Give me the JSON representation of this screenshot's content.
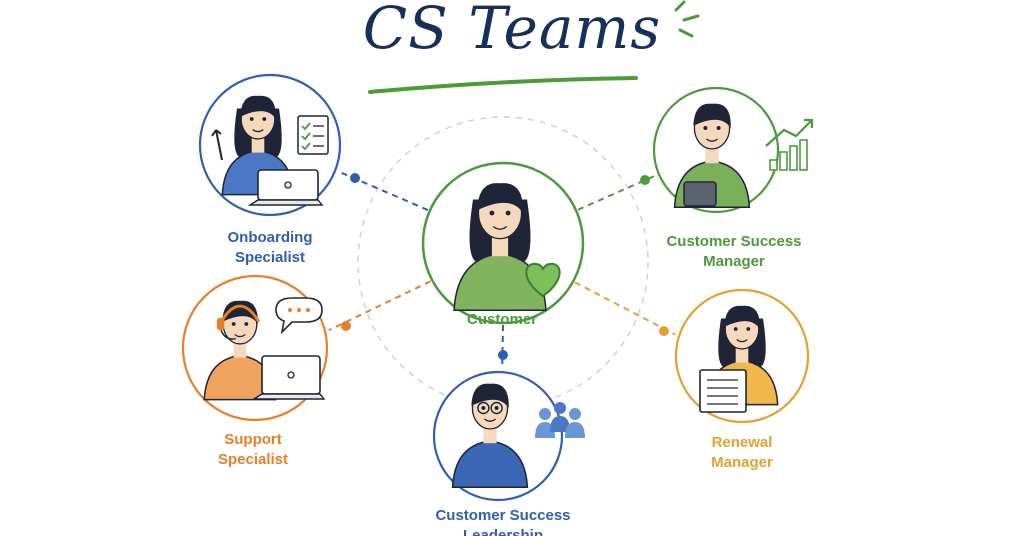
{
  "title": "CS Teams",
  "colors": {
    "title": "#17305a",
    "underline": "#4c9a3c",
    "ring": "#d2d2d2",
    "blue": "#2f5fb0",
    "green": "#4c9a3c",
    "orange": "#e4802a",
    "gold": "#e0a231",
    "skin": "#f6d8bd",
    "hair": "#1f2437"
  },
  "center": {
    "label": "Customer",
    "icon": "heart-icon"
  },
  "roles": [
    {
      "id": "onboarding-specialist",
      "label": "Onboarding\nSpecialist",
      "color": "blue",
      "icon": "checklist-icon"
    },
    {
      "id": "customer-success-manager",
      "label": "Customer Success\nManager",
      "color": "green",
      "icon": "growth-chart-icon"
    },
    {
      "id": "support-specialist",
      "label": "Support\nSpecialist",
      "color": "orange",
      "icon": "chat-bubble-icon"
    },
    {
      "id": "renewal-manager",
      "label": "Renewal\nManager",
      "color": "gold",
      "icon": "document-icon"
    },
    {
      "id": "customer-success-leadership",
      "label": "Customer Success\nLeadership",
      "color": "blue",
      "icon": "team-icon"
    }
  ]
}
